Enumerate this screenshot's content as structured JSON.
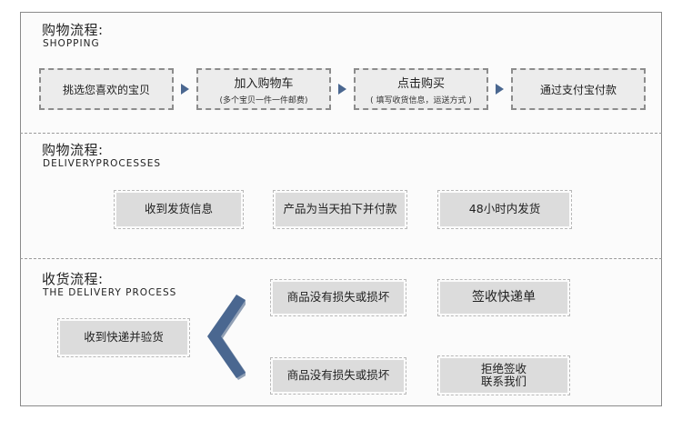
{
  "sections": {
    "shopping": {
      "title": "购物流程:",
      "subtitle": "SHOPPING",
      "steps": [
        {
          "label": "挑选您喜欢的宝贝",
          "note": ""
        },
        {
          "label": "加入购物车",
          "note": "(多个宝贝一件一件邮费)"
        },
        {
          "label": "点击购买",
          "note": "( 填写收货信息，运送方式 )"
        },
        {
          "label": "通过支付宝付款",
          "note": ""
        }
      ]
    },
    "delivery": {
      "title": "购物流程:",
      "subtitle": "DELIVERYPROCESSES",
      "steps": [
        "收到发货信息",
        "产品为当天拍下并付款",
        "48小时内发货"
      ]
    },
    "receiving": {
      "title": "收货流程:",
      "subtitle": "THE DELIVERY PROCESS",
      "start": "收到快递并验货",
      "ok_condition": "商品没有损失或损坏",
      "ok_action": "签收快递单",
      "bad_condition": "商品没有损失或损坏",
      "bad_action_line1": "拒绝签收",
      "bad_action_line2": "联系我们"
    }
  },
  "colors": {
    "arrow": "#4a6790",
    "box": "#dcdcdc",
    "frame_border": "#8a8a8a"
  }
}
